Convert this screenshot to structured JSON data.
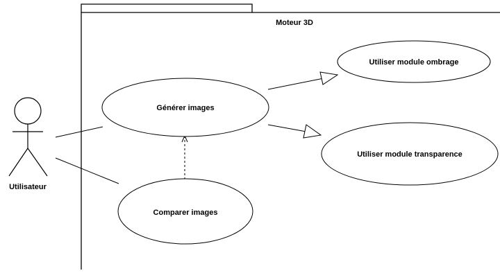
{
  "system": {
    "title": "Moteur 3D"
  },
  "actor": {
    "name": "Utilisateur"
  },
  "use_cases": {
    "generer": "Générer images",
    "comparer": "Comparer images",
    "ombrage": "Utiliser module ombrage",
    "transparence": "Utiliser module transparence"
  },
  "relationships": [
    {
      "from": "Utilisateur",
      "to": "Générer images",
      "type": "association"
    },
    {
      "from": "Utilisateur",
      "to": "Comparer images",
      "type": "association"
    },
    {
      "from": "Comparer images",
      "to": "Générer images",
      "type": "dependency"
    },
    {
      "from": "Générer images",
      "to": "Utiliser module ombrage",
      "type": "generalization"
    },
    {
      "from": "Générer images",
      "to": "Utiliser module transparence",
      "type": "generalization"
    }
  ]
}
